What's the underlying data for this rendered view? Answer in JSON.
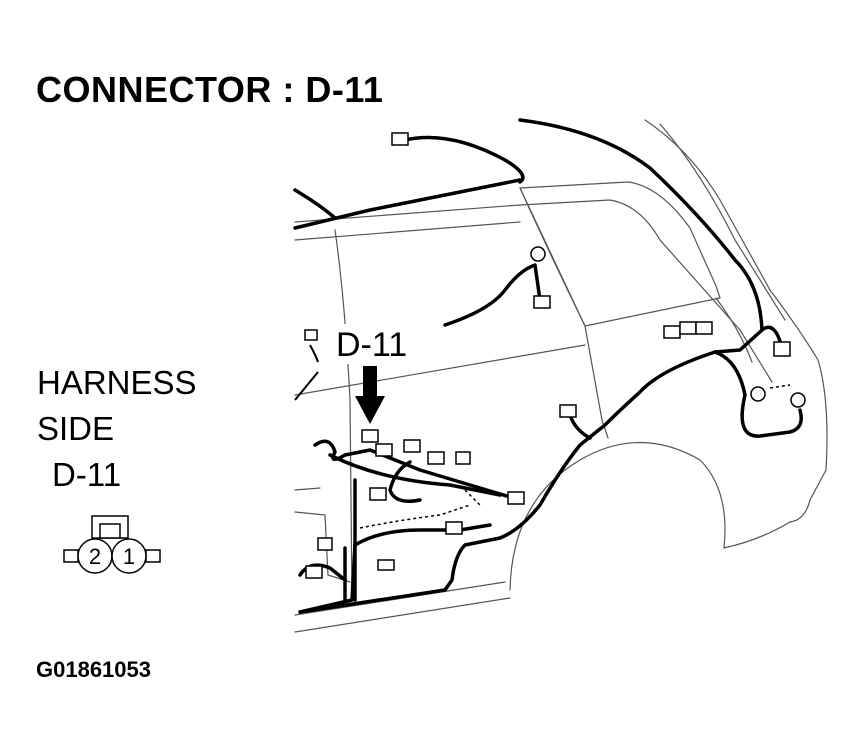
{
  "title": "CONNECTOR : D-11",
  "harness_label": {
    "line1": "HARNESS",
    "line2": "SIDE"
  },
  "connector_code": "D-11",
  "callout_label": "D-11",
  "connector_pins": [
    "2",
    "1"
  ],
  "figure_id": "G01861053",
  "colors": {
    "ink": "#000000",
    "outline": "#555555",
    "background": "#ffffff"
  }
}
